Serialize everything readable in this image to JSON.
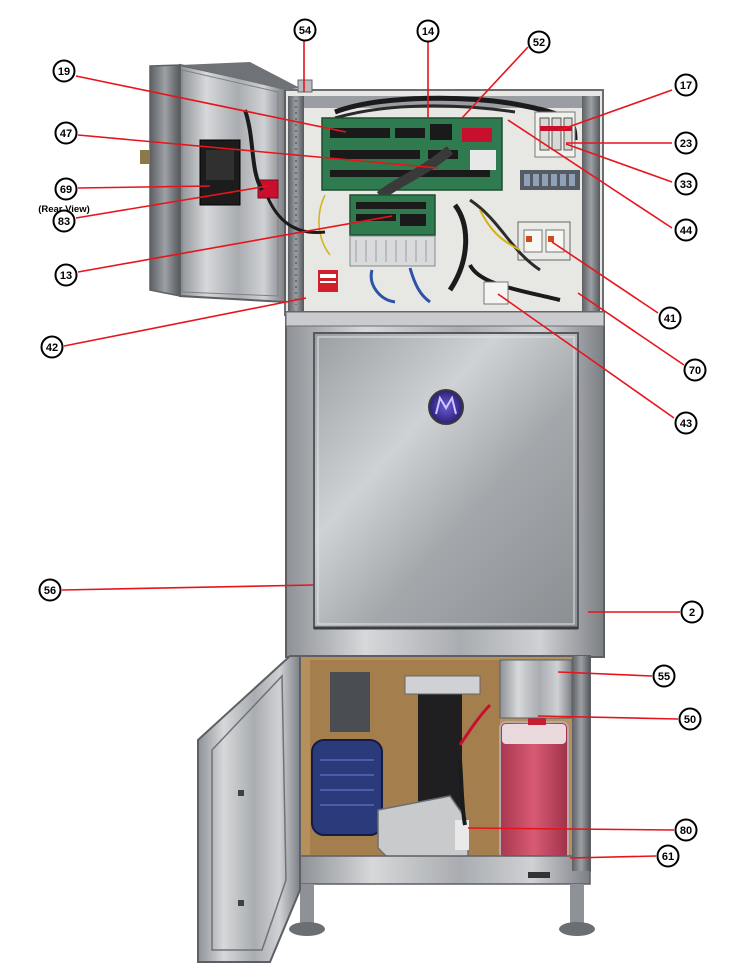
{
  "diagram": {
    "callouts": [
      {
        "id": "c54",
        "label": "54"
      },
      {
        "id": "c14",
        "label": "14"
      },
      {
        "id": "c52",
        "label": "52"
      },
      {
        "id": "c19",
        "label": "19"
      },
      {
        "id": "c17",
        "label": "17"
      },
      {
        "id": "c47",
        "label": "47"
      },
      {
        "id": "c23",
        "label": "23"
      },
      {
        "id": "c69",
        "label": "69"
      },
      {
        "id": "c33",
        "label": "33"
      },
      {
        "id": "c83",
        "label": "83"
      },
      {
        "id": "c44",
        "label": "44"
      },
      {
        "id": "c13",
        "label": "13"
      },
      {
        "id": "c41",
        "label": "41"
      },
      {
        "id": "c42",
        "label": "42"
      },
      {
        "id": "c70",
        "label": "70"
      },
      {
        "id": "c43",
        "label": "43"
      },
      {
        "id": "c56",
        "label": "56"
      },
      {
        "id": "c2",
        "label": "2"
      },
      {
        "id": "c55",
        "label": "55"
      },
      {
        "id": "c50",
        "label": "50"
      },
      {
        "id": "c80",
        "label": "80"
      },
      {
        "id": "c61",
        "label": "61"
      }
    ],
    "rear_view_note": "(Rear View)",
    "colors": {
      "leader_line": "#e8141c",
      "callout_border": "#000000",
      "stainless": "#b9bcc0",
      "circuit_board": "#2f7a4e",
      "fluid": "#c84a63",
      "motor": "#2a3a7a"
    }
  }
}
